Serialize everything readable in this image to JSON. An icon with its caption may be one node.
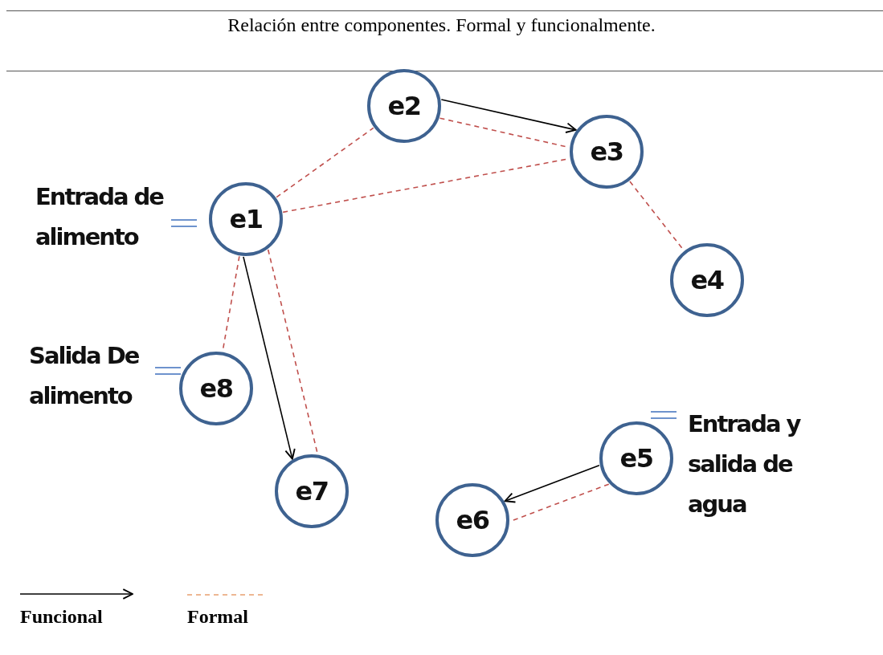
{
  "diagram": {
    "title": "Relación entre componentes. Formal y funcionalmente.",
    "nodes": [
      {
        "text": [
          "e1"
        ],
        "beside": [
          "Entrada de alimento"
        ]
      },
      {
        "text": [
          "e2"
        ]
      },
      {
        "text": [
          "e3"
        ]
      },
      {
        "text": [
          "e4"
        ]
      },
      {
        "text": [
          "e5"
        ],
        "beside": [
          "Entrada y salida de agua"
        ]
      },
      {
        "text": [
          "e6"
        ]
      },
      {
        "text": [
          "e7"
        ]
      },
      {
        "text": [
          "e8"
        ],
        "beside": [
          "Salida De alimento"
        ]
      }
    ],
    "edges": [
      {
        "from": 1,
        "to": 2,
        "arrow": "to",
        "color": "#000000"
      },
      {
        "from": 1,
        "to": 2,
        "arrow": "none",
        "style": "dashed",
        "color": "#c0504d"
      },
      {
        "from": 0,
        "to": 1,
        "arrow": "none",
        "style": "dashed",
        "color": "#c0504d"
      },
      {
        "from": 0,
        "to": 2,
        "arrow": "none",
        "style": "dashed",
        "color": "#c0504d"
      },
      {
        "from": 2,
        "to": 3,
        "arrow": "none",
        "style": "dashed",
        "color": "#c0504d"
      },
      {
        "from": 0,
        "to": 6,
        "arrow": "to",
        "color": "#000000"
      },
      {
        "from": 0,
        "to": 6,
        "arrow": "none",
        "style": "dashed",
        "color": "#c0504d"
      },
      {
        "from": 0,
        "to": 7,
        "arrow": "none",
        "style": "dashed",
        "color": "#c0504d"
      },
      {
        "from": 4,
        "to": 5,
        "arrow": "to",
        "color": "#000000"
      },
      {
        "from": 4,
        "to": 5,
        "arrow": "none",
        "style": "dashed",
        "color": "#c0504d"
      }
    ],
    "legend": [
      {
        "text": "Funcional"
      },
      {
        "text": "Formal"
      }
    ]
  }
}
